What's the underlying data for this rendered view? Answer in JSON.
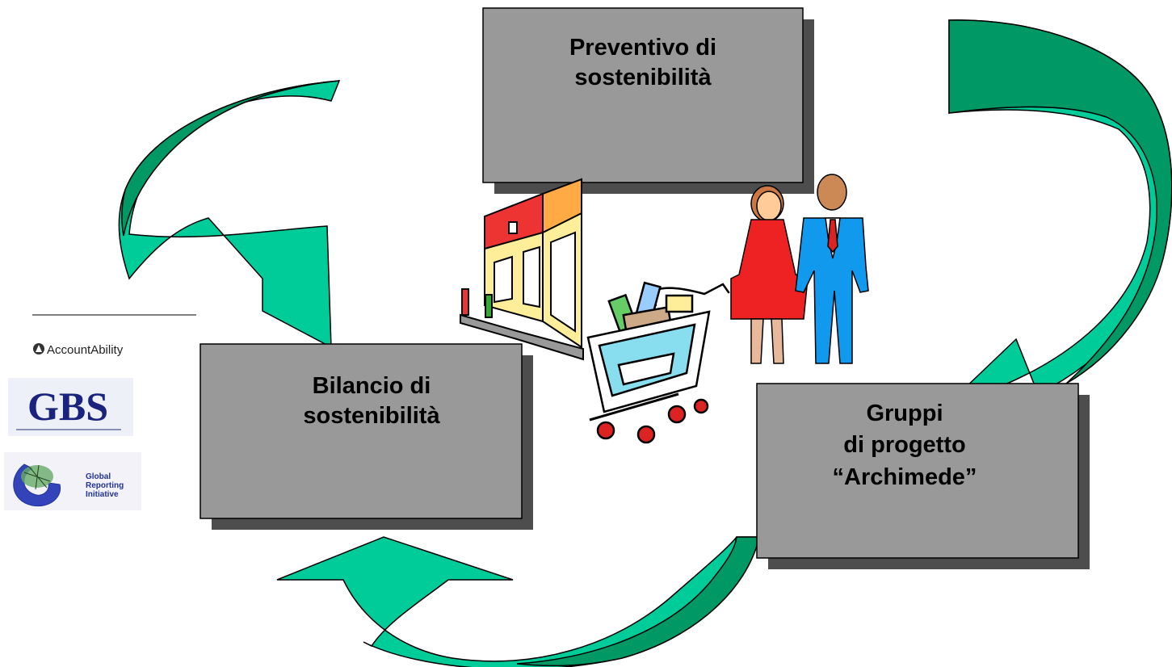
{
  "boxes": {
    "preventivo": {
      "line1": "Preventivo di",
      "line2": "sostenibilità"
    },
    "bilancio": {
      "line1": "Bilancio di",
      "line2": "sostenibilità"
    },
    "gruppi": {
      "line1": "Gruppi",
      "line2": "di progetto",
      "line3": "“Archimede”"
    }
  },
  "logos": {
    "accountability": "AccountAbility",
    "gbs": "GBS",
    "gri_line1": "Global",
    "gri_line2": "Reporting",
    "gri_line3": "Initiative"
  },
  "colors": {
    "arrow_fill": "#00cc99",
    "arrow_shade": "#009966",
    "box_fill": "#999999",
    "box_shadow": "#4d4d4d",
    "gbs_blue": "#1a237e"
  }
}
